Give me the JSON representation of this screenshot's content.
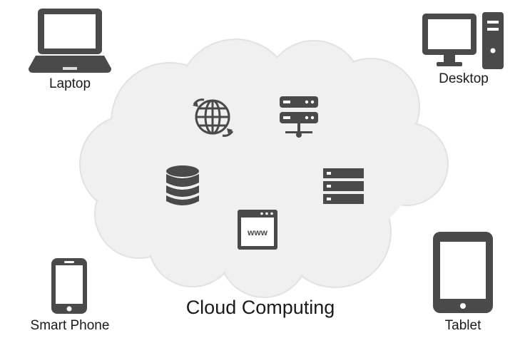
{
  "diagram": {
    "title": "Cloud Computing",
    "devices": {
      "laptop": "Laptop",
      "desktop": "Desktop",
      "smartphone": "Smart Phone",
      "tablet": "Tablet"
    },
    "cloud_services": {
      "browser_text": "www"
    },
    "colors": {
      "icon": "#4a4a4a",
      "cloud_fill": "#f0f0f0",
      "cloud_stroke": "#e2e2e2",
      "text": "#1a1a1a"
    }
  }
}
